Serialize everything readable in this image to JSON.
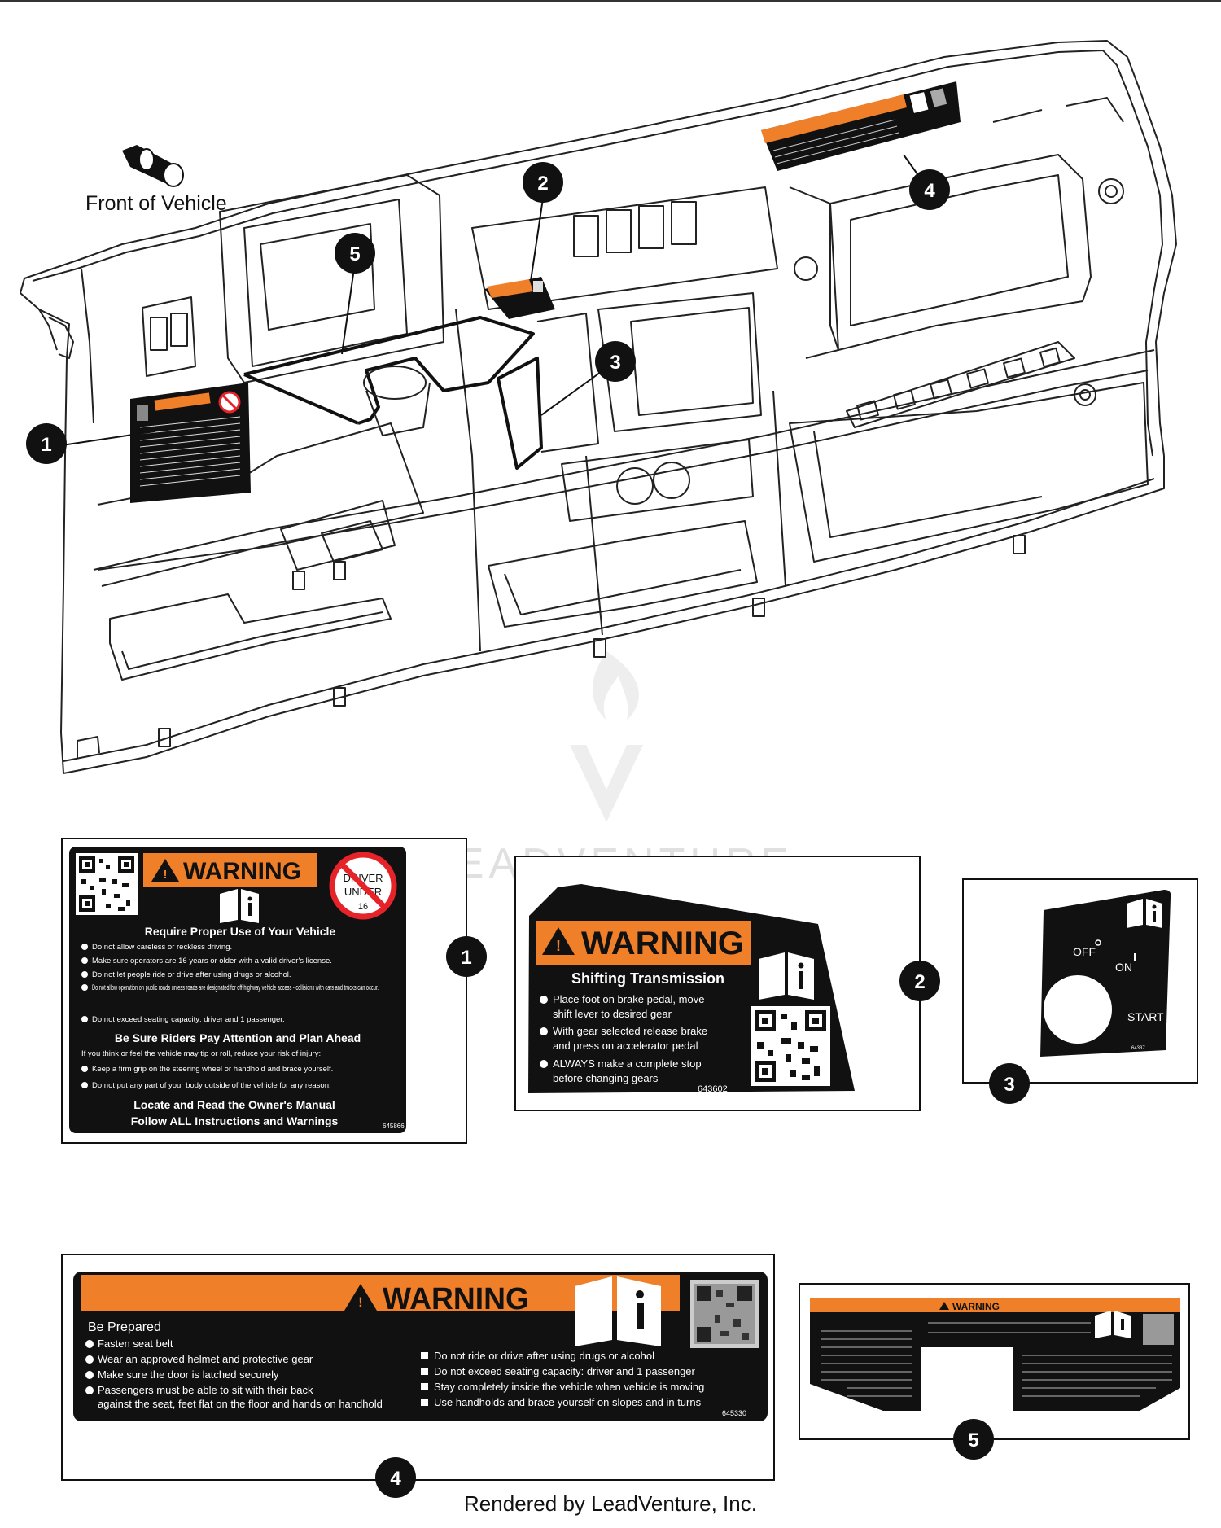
{
  "orientation_label": "Front of Vehicle",
  "callouts": [
    "1",
    "2",
    "3",
    "4",
    "5"
  ],
  "watermark": "LEADVENTURE",
  "footer": "Rendered by LeadVenture, Inc.",
  "colors": {
    "warning_orange": "#f07f2a",
    "label_black": "#111111",
    "no_sign_red": "#e52329"
  },
  "icons": [
    "orientation-arrow-icon",
    "warning-triangle-icon",
    "manual-info-icon",
    "qr-code-icon",
    "no-driver-under-16-icon"
  ],
  "decal1": {
    "warning": "WARNING",
    "no_sign": [
      "DRIVER",
      "UNDER",
      "16"
    ],
    "heading1": "Require Proper Use of Your Vehicle",
    "items1": [
      "Do not allow careless or reckless driving.",
      "Make sure operators are 16 years or older with a valid driver's license.",
      "Do not let people ride or drive after using drugs or alcohol.",
      "Do not allow operation on public roads unless roads are designated for off-highway vehicle access - collisions with cars and trucks can occur.",
      "Do not exceed seating capacity: driver and 1 passenger."
    ],
    "heading2": "Be Sure Riders Pay Attention and Plan Ahead",
    "intro2": "If you think or feel the vehicle may tip or roll, reduce your risk of injury:",
    "items2": [
      "Keep a firm grip on the steering wheel or handhold and brace yourself.",
      "Do not put any part of your body outside of the vehicle for any reason."
    ],
    "footer1": "Locate and Read the Owner's Manual",
    "footer2": "Follow ALL Instructions and Warnings",
    "part": "645866"
  },
  "decal2": {
    "warning": "WARNING",
    "subtitle": "Shifting Transmission",
    "items": [
      [
        "Place foot on brake pedal, move",
        "shift lever to desired gear"
      ],
      [
        "With gear selected release brake",
        "and press on accelerator pedal"
      ],
      [
        "ALWAYS make a complete stop",
        "before changing gears"
      ]
    ],
    "part": "643602"
  },
  "decal3": {
    "off": "OFF",
    "on": "ON",
    "start": "START",
    "part": "64337"
  },
  "decal4": {
    "warning": "WARNING",
    "heading": "Be Prepared",
    "left_items": [
      "Fasten seat belt",
      "Wear an approved helmet and protective gear",
      "Make sure the door is latched securely",
      "Passengers must be able to sit with their back"
    ],
    "left_cont": "against the seat, feet flat on the floor and hands on handhold",
    "right_items": [
      "Do not ride or drive after using drugs or alcohol",
      "Do not exceed seating capacity: driver and 1 passenger",
      "Stay completely inside the vehicle when vehicle is moving",
      "Use handholds and brace yourself on slopes and in turns"
    ],
    "part": "645330"
  },
  "decal5": {
    "warning": "WARNING"
  }
}
